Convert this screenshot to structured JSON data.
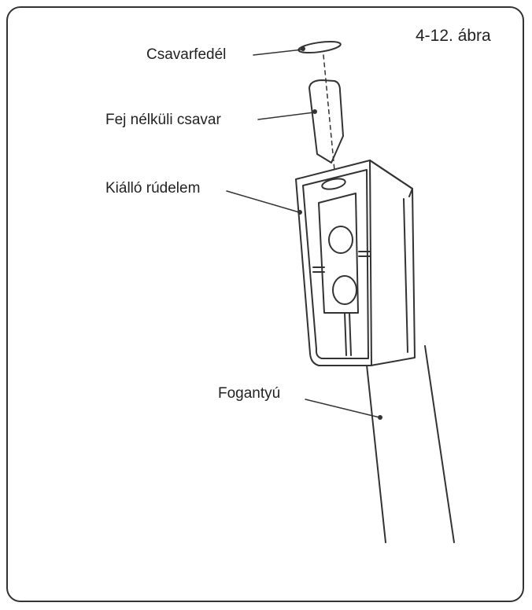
{
  "figure": {
    "title": "4-12. ábra",
    "labels": {
      "screw_cap": "Csavarfedél",
      "headless_screw": "Fej nélküli csavar",
      "protruding_tube": "Kiálló rúdelem",
      "handle": "Fogantyú"
    }
  },
  "colors": {
    "line": "#333333",
    "frame": "#333333",
    "text": "#222222"
  }
}
